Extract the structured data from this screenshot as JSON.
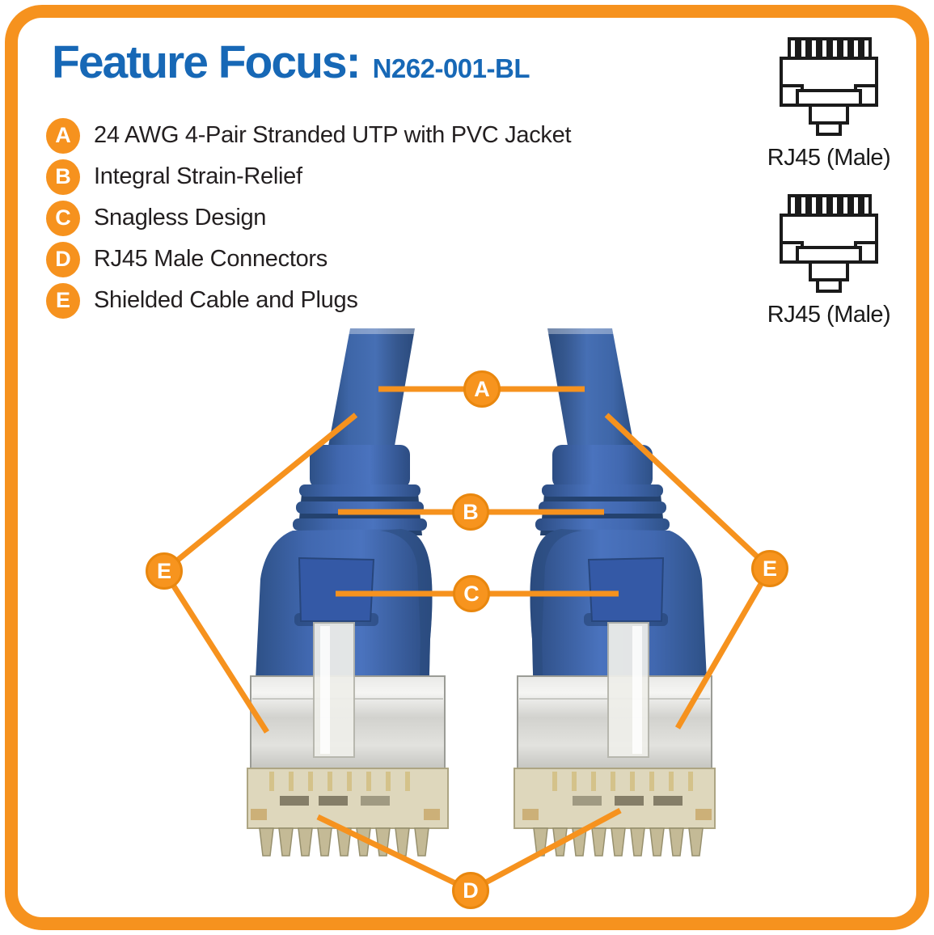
{
  "header": {
    "title": "Feature Focus:",
    "model": "N262-001-BL"
  },
  "features": [
    {
      "letter": "A",
      "label": "24 AWG 4-Pair Stranded UTP with PVC Jacket"
    },
    {
      "letter": "B",
      "label": "Integral Strain-Relief"
    },
    {
      "letter": "C",
      "label": "Snagless Design"
    },
    {
      "letter": "D",
      "label": "RJ45 Male Connectors"
    },
    {
      "letter": "E",
      "label": "Shielded Cable and Plugs"
    }
  ],
  "connector_icons": [
    {
      "label": "RJ45 (Male)"
    },
    {
      "label": "RJ45 (Male)"
    }
  ],
  "diagram": {
    "callouts": {
      "a": "A",
      "b": "B",
      "c": "C",
      "d": "D",
      "e_left": "E",
      "e_right": "E"
    }
  },
  "colors": {
    "accent_orange": "#F6921E",
    "badge_ring_orange": "#E9870E",
    "title_blue": "#1768B6",
    "text_dark": "#231F20",
    "cable_blue": "#3E66A8",
    "metal_silver": "#D9D9D5",
    "plug_translucent": "#DED7BC"
  }
}
